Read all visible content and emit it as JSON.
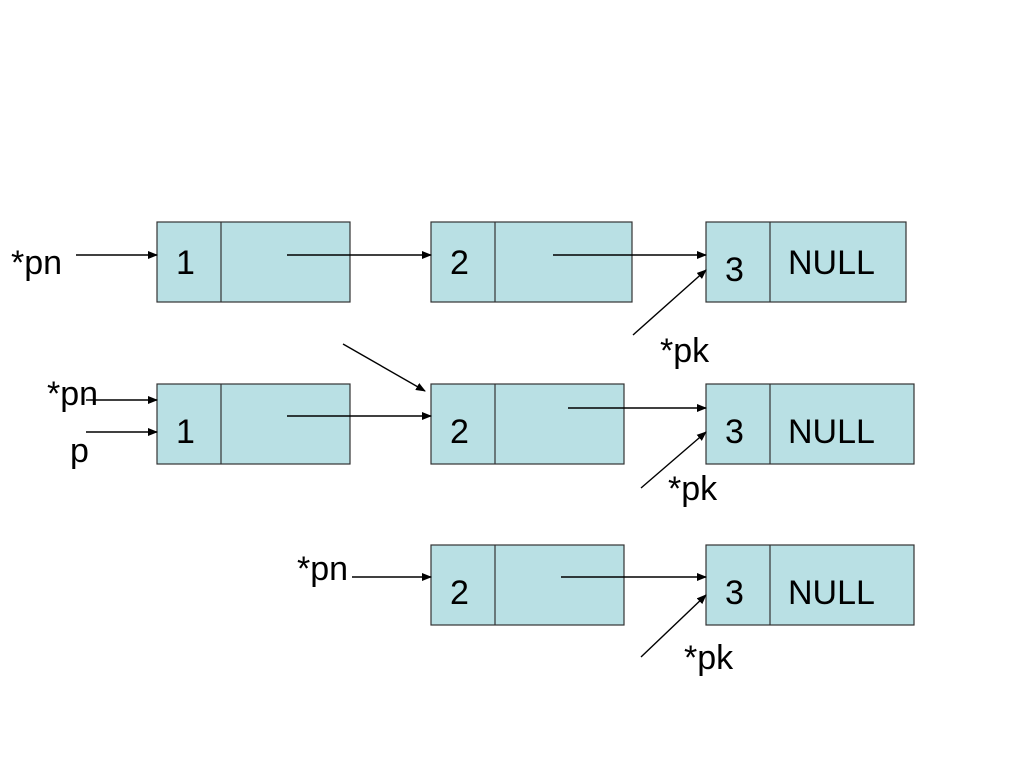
{
  "diagram": {
    "rows": [
      {
        "nodes": [
          {
            "value": "1",
            "next": ""
          },
          {
            "value": "2",
            "next": ""
          },
          {
            "value": "3",
            "next": "NULL"
          }
        ],
        "labels": [
          "*pn",
          "*pk"
        ]
      },
      {
        "nodes": [
          {
            "value": "1",
            "next": ""
          },
          {
            "value": "2",
            "next": ""
          },
          {
            "value": "3",
            "next": "NULL"
          }
        ],
        "labels": [
          "*pn",
          "p",
          "*pk"
        ]
      },
      {
        "nodes": [
          {
            "value": "2",
            "next": ""
          },
          {
            "value": "3",
            "next": "NULL"
          }
        ],
        "labels": [
          "*pn",
          "*pk"
        ]
      }
    ]
  },
  "colors": {
    "node_fill": "#b9e0e4",
    "node_stroke": "#333333",
    "arrow": "#000000"
  }
}
